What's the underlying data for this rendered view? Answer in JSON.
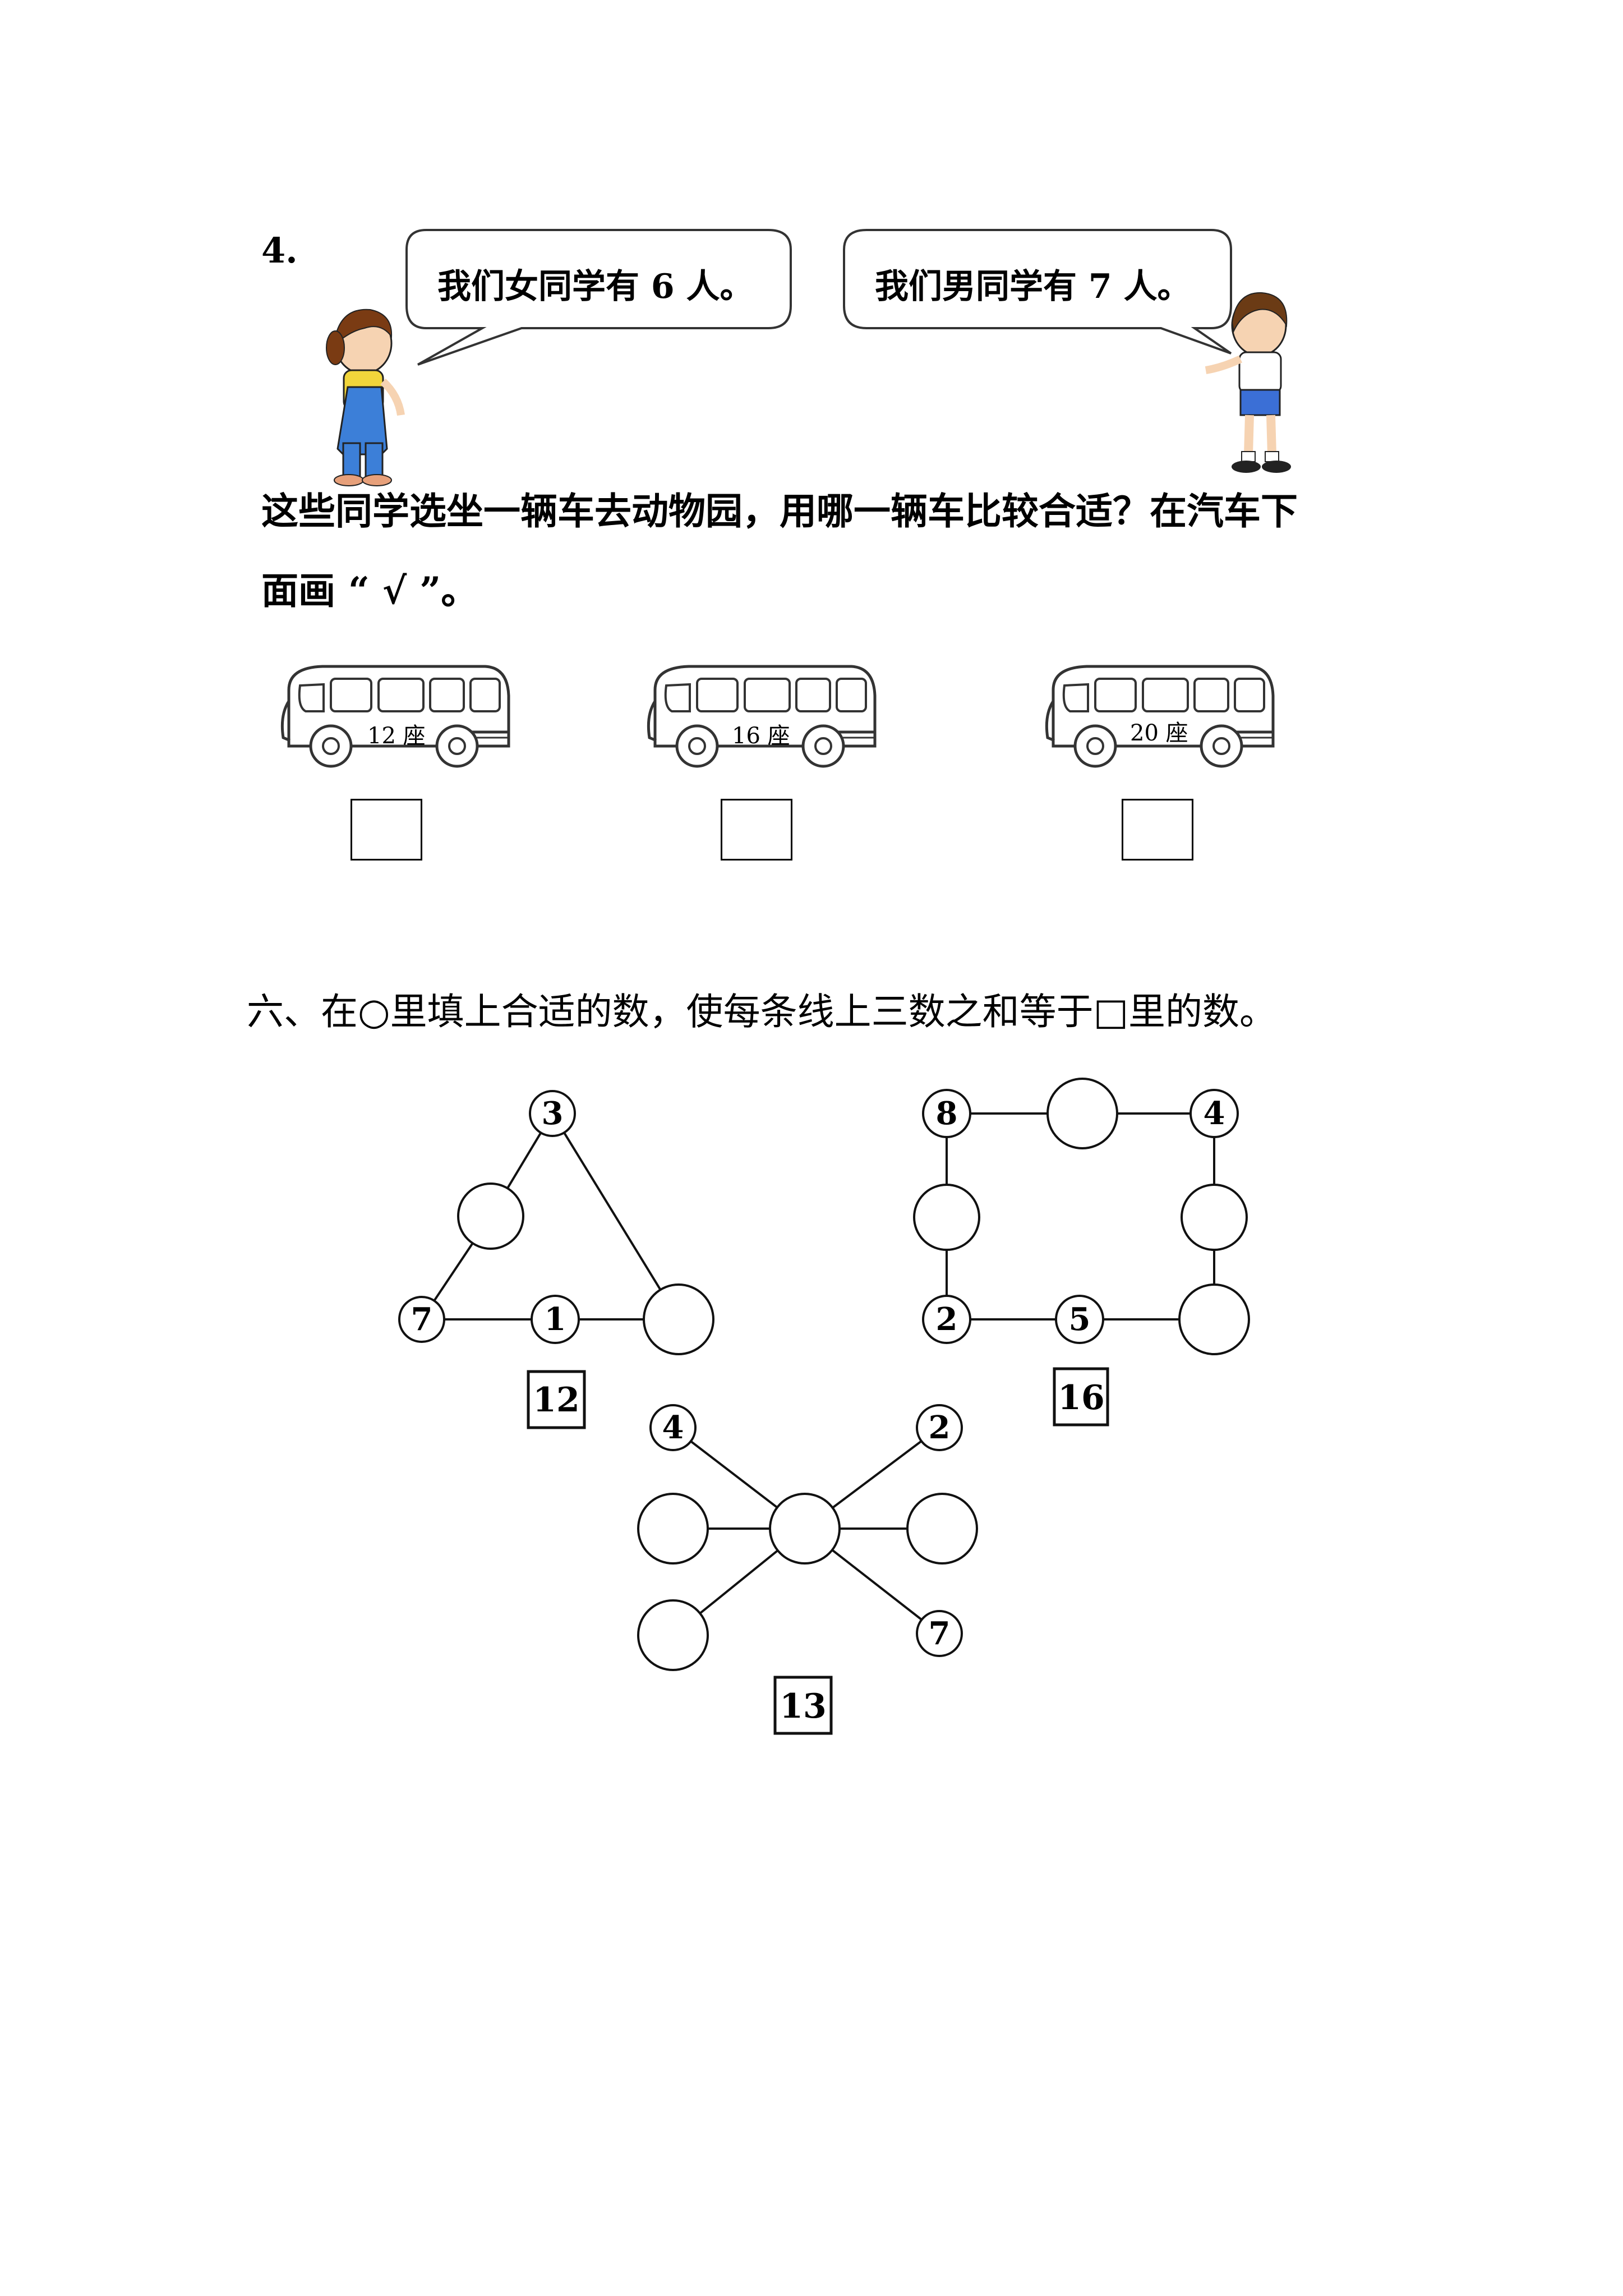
{
  "question4": {
    "number": "4.",
    "girl_speech": "我们女同学有 6 人。",
    "boy_speech": "我们男同学有 7 人。",
    "prompt_line1": "这些同学选坐一辆车去动物园，用哪一辆车比较合适？在汽车下",
    "prompt_line2": "面画 “ √ ”。",
    "buses": [
      {
        "seat_label": "12 座"
      },
      {
        "seat_label": "16 座"
      },
      {
        "seat_label": "20 座"
      }
    ]
  },
  "section6": {
    "title": "六、在○里填上合适的数，使每条线上三数之和等于□里的数。",
    "triangle": {
      "top": "3",
      "bottom_left": "7",
      "bottom_middle": "1",
      "target": "12"
    },
    "square": {
      "top_left": "8",
      "top_right": "4",
      "bottom_left": "2",
      "bottom_middle": "5",
      "target": "16"
    },
    "butterfly": {
      "top_left": "4",
      "top_right": "2",
      "bottom_right": "7",
      "target": "13"
    }
  }
}
